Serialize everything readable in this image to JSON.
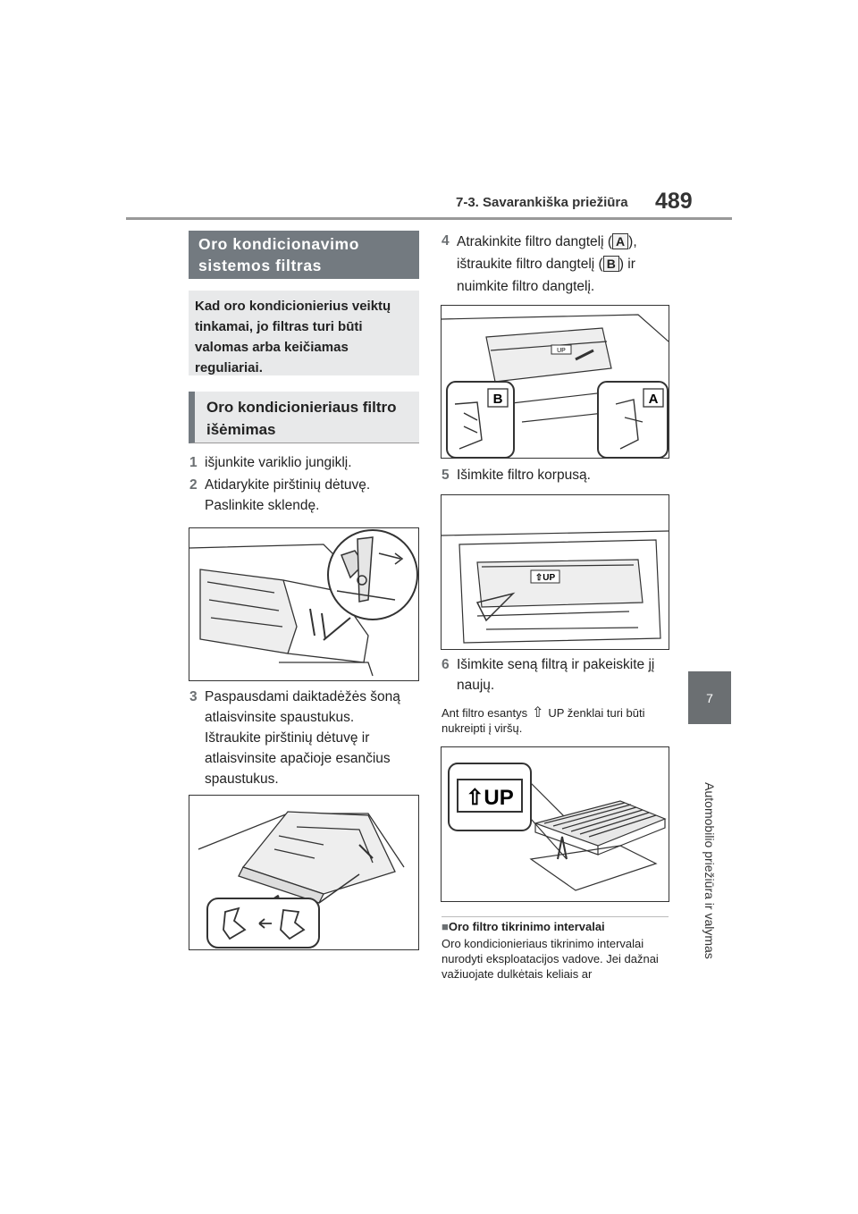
{
  "header": {
    "section": "7-3. Savarankiška priežiūra",
    "page": "489"
  },
  "side": {
    "tab": "7",
    "label": "Automobilio priežiūra ir valymas"
  },
  "left": {
    "heading1": "Oro kondicionavimo sistemos filtras",
    "intro": "Kad oro kondicionierius veiktų tinkamai, jo filtras turi būti valomas arba keičiamas reguliariai.",
    "heading2": "Oro kondicionieriaus filtro išėmimas",
    "steps": [
      {
        "num": "1",
        "text": "išjunkite variklio jungiklį."
      },
      {
        "num": "2",
        "line1": "Atidarykite pirštinių dėtuvę.",
        "line2": "Paslinkite sklendę."
      },
      {
        "num": "3",
        "text": "Paspausdami daiktadėžės šoną atlaisvinsite spaustukus.",
        "text2": "Ištraukite pirštinių dėtuvę ir atlaisvinsite apačioje esančius spaustukus."
      }
    ]
  },
  "right": {
    "step4": {
      "num": "4",
      "a": "Atrakinkite filtro dangtelį (",
      "labelA": "A",
      "b": "),",
      "c": "ištraukite filtro dangtelį (",
      "labelB": "B",
      "d": ") ir nuimkite filtro dangtelį."
    },
    "step5": {
      "num": "5",
      "text": "Išimkite filtro korpusą."
    },
    "step6": {
      "num": "6",
      "text": "Išimkite seną filtrą ir pakeiskite jį naujų."
    },
    "note": {
      "a": "Ant filtro esantys",
      "b": "UP ženklai turi būti nukreipti į viršų."
    },
    "fig": {
      "label_a": "A",
      "label_b": "B",
      "up": "UP",
      "up_big": "⇧UP"
    },
    "sub": {
      "title": "Oro filtro tikrinimo intervalai",
      "text": "Oro kondicionieriaus tikrinimo intervalai nurodyti eksploatacijos vadove. Jei dažnai važiuojate dulkėtais keliais ar"
    }
  }
}
